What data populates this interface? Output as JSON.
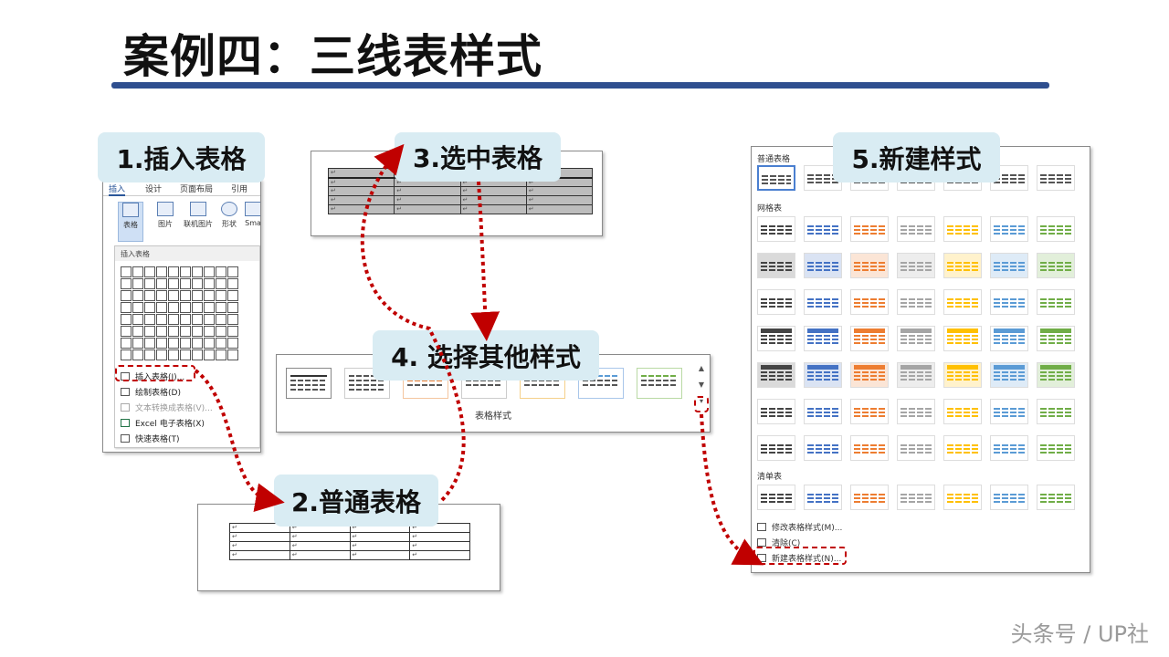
{
  "title": "案例四：三线表样式",
  "steps": {
    "s1": "1.插入表格",
    "s2": "2.普通表格",
    "s3": "3.选中表格",
    "s4": "4. 选择其他样式",
    "s5": "5.新建样式"
  },
  "ribbon": {
    "tabs": [
      "插入",
      "设计",
      "页面布局",
      "引用"
    ],
    "buttons": [
      "表格",
      "图片",
      "联机图片",
      "形状",
      "Sma"
    ],
    "grid_header": "插入表格",
    "menu": [
      "插入表格(I)...",
      "绘制表格(D)",
      "文本转换成表格(V)...",
      "Excel 电子表格(X)",
      "快速表格(T)"
    ]
  },
  "gallery": {
    "label": "表格样式"
  },
  "styles_panel": {
    "sections": [
      "普通表格",
      "网格表",
      "清单表"
    ],
    "menu": [
      "修改表格样式(M)...",
      "清除(C)",
      "新建表格样式(N)..."
    ]
  },
  "colors": {
    "accent": "#2f4f8f",
    "callout": "#d9ecf3",
    "dash": "#c00000",
    "palette": [
      "#444444",
      "#4472c4",
      "#ed7d31",
      "#a5a5a5",
      "#ffc000",
      "#5b9bd5",
      "#70ad47"
    ]
  },
  "watermark": "头条号 / UP社"
}
